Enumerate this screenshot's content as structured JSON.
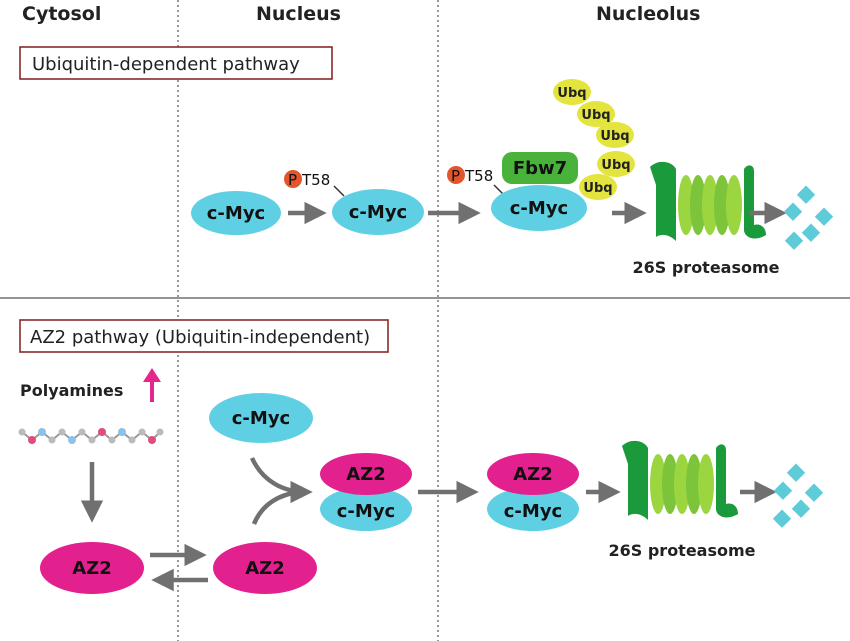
{
  "regions": {
    "cytosol": "Cytosol",
    "nucleus": "Nucleus",
    "nucleolus": "Nucleolus"
  },
  "top_pathway": {
    "title": "Ubiquitin-dependent pathway",
    "cmyc": "c-Myc",
    "phospho_p": "P",
    "t58": "T58",
    "fbw7": "Fbw7",
    "ubq": "Ubq",
    "proteasome": "26S proteasome"
  },
  "bottom_pathway": {
    "title": "AZ2  pathway (Ubiquitin-independent)",
    "polyamines": "Polyamines",
    "az2": "AZ2",
    "cmyc": "c-Myc",
    "proteasome": "26S proteasome"
  },
  "colors": {
    "cyan": "#5fd0e3",
    "magenta": "#e2218e",
    "green": "#49b23b",
    "yellow": "#e4e43e",
    "orange": "#e2562d",
    "arrow": "#707070",
    "arrow_up": "#e5268a",
    "fragment": "#5ecbd8"
  }
}
